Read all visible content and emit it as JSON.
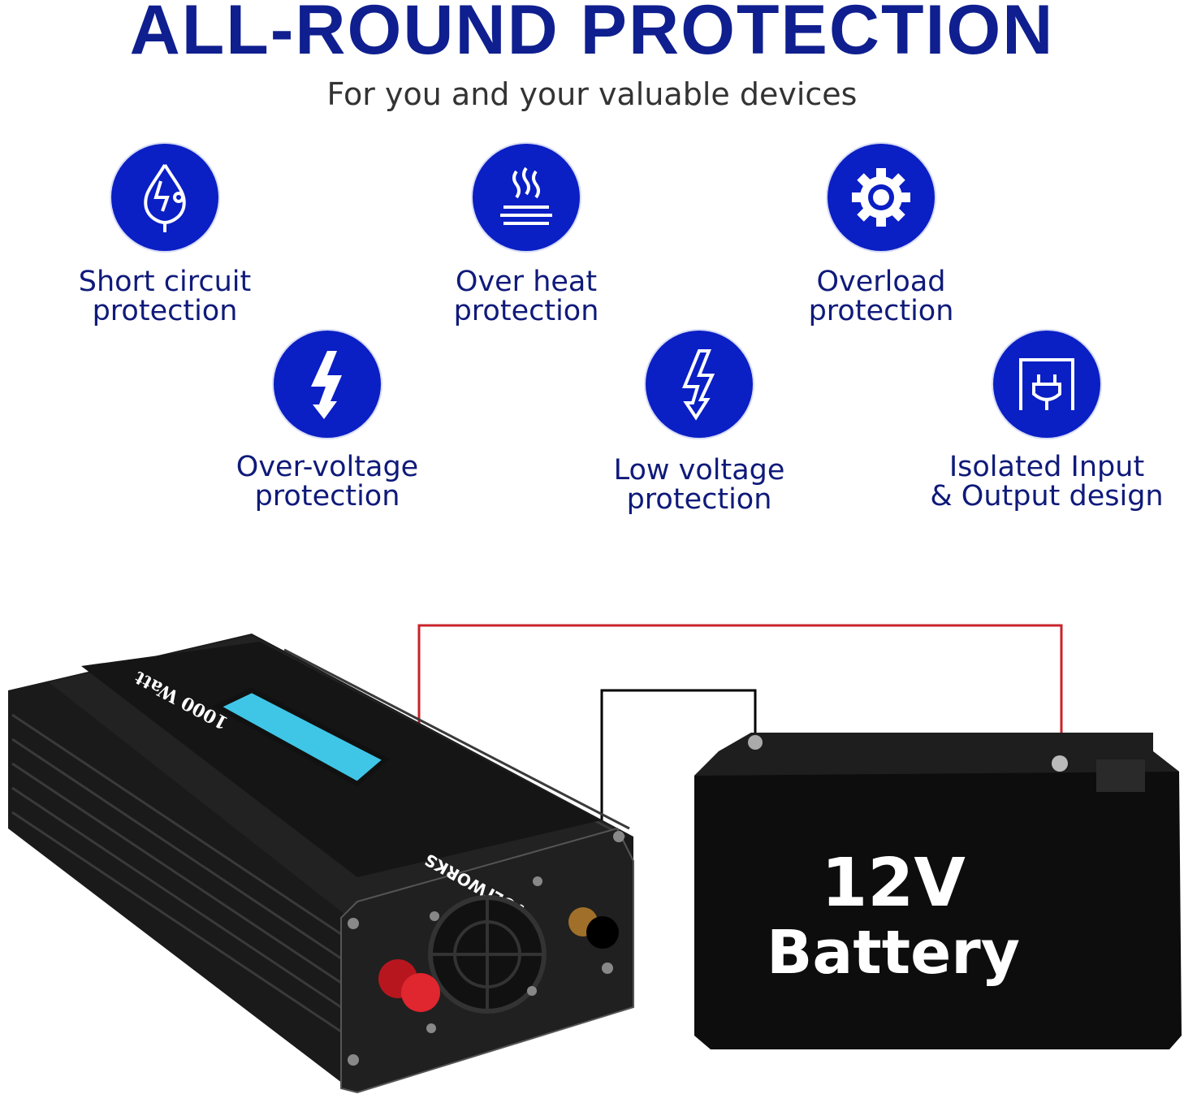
{
  "header": {
    "title": "ALL-ROUND PROTECTION",
    "subtitle": "For you and your valuable devices"
  },
  "features": [
    {
      "icon": "short-circuit-icon",
      "line1": "Short circuit",
      "line2": "protection"
    },
    {
      "icon": "heat-icon",
      "line1": "Over heat",
      "line2": "protection"
    },
    {
      "icon": "gear-icon",
      "line1": "Overload",
      "line2": "protection"
    },
    {
      "icon": "lightning-bolt-icon",
      "line1": "Over-voltage",
      "line2": "protection"
    },
    {
      "icon": "lightning-outline-icon",
      "line1": "Low voltage",
      "line2": "protection"
    },
    {
      "icon": "plug-icon",
      "line1": "Isolated Input",
      "line2": "& Output design"
    }
  ],
  "product": {
    "brand": "VOLTWORKS",
    "rating": "1000 Watt"
  },
  "battery": {
    "line1": "12V",
    "line2": "Battery"
  },
  "colors": {
    "title": "#0f1f8f",
    "icon_circle": "#0a1fc4",
    "positive_wire": "#c8232b",
    "negative_wire": "#000000",
    "lcd": "#3fc6e6"
  }
}
